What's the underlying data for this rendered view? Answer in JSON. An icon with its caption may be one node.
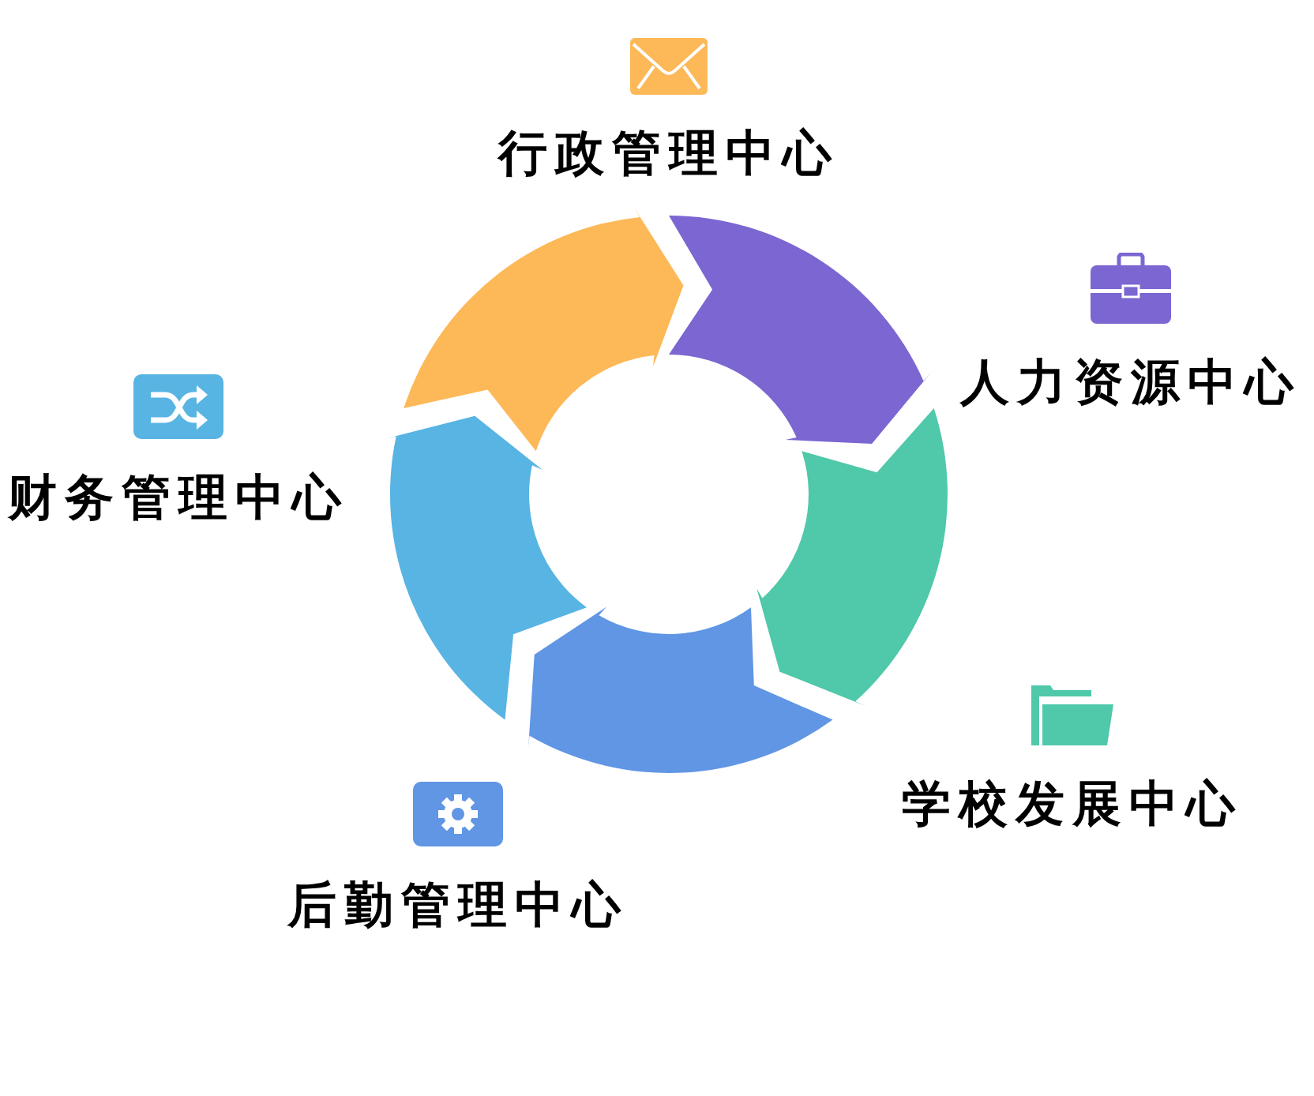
{
  "diagram": {
    "nodes": [
      {
        "text": [
          "行政管理中心"
        ]
      },
      {
        "text": [
          "人力资源中心"
        ]
      },
      {
        "text": [
          "学校发展中心"
        ]
      },
      {
        "text": [
          "后勤管理中心"
        ]
      },
      {
        "text": [
          "财务管理中心"
        ]
      },
      {
        "text": [],
        "shape": "arrow"
      },
      {
        "text": [],
        "shape": "arrow"
      },
      {
        "text": [],
        "shape": "arrow"
      },
      {
        "text": [],
        "shape": "arrow"
      },
      {
        "text": [],
        "shape": "arrow"
      }
    ]
  }
}
